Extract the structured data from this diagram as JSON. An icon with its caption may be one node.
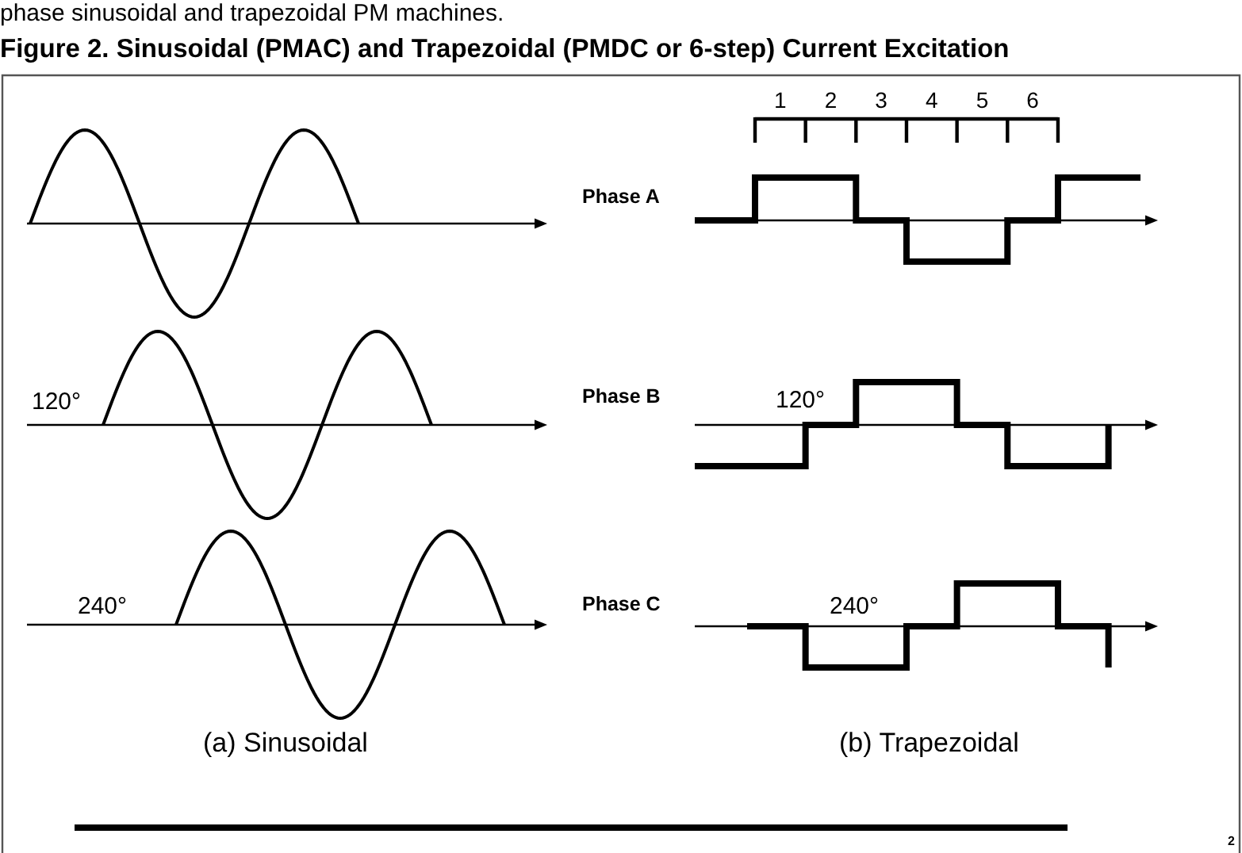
{
  "diagram": {
    "title": "Figure 2. Sinusoidal (PMAC) and Trapezoidal (PMDC or 6-step) Current Excitation",
    "labels": [
      "phase sinusoidal and trapezoidal PM machines.",
      "1",
      "2",
      "3",
      "4",
      "5",
      "6",
      "Phase A",
      "120°",
      "Phase B",
      "120°",
      "240°",
      "Phase C",
      "240°",
      "(a) Sinusoidal",
      "(b) Trapezoidal",
      "2"
    ]
  }
}
